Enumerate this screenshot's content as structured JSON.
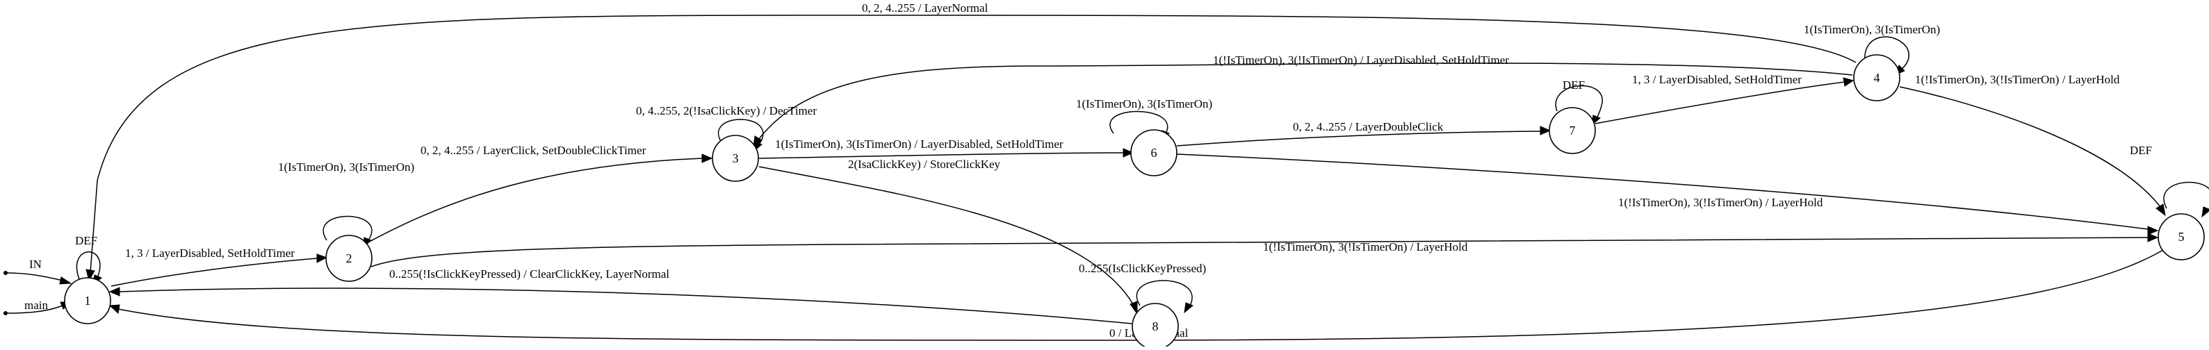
{
  "states": [
    "1",
    "2",
    "3",
    "4",
    "5",
    "6",
    "7",
    "8"
  ],
  "entry_labels": {
    "in": "IN",
    "main": "main"
  },
  "edges": {
    "e4_1": "0, 2, 4..255 / LayerNormal",
    "e4_4": "1(IsTimerOn), 3(IsTimerOn)",
    "e4_3": "1(!IsTimerOn), 3(!IsTimerOn) / LayerDisabled, SetHoldTimer",
    "e7_4": "1, 3 / LayerDisabled, SetHoldTimer",
    "e4_5": "1(!IsTimerOn), 3(!IsTimerOn) / LayerHold",
    "e7_7": "DEF",
    "e3_3": "0, 4..255, 2(!IsaClickKey) / DecTimer",
    "e6_6": "1(IsTimerOn), 3(IsTimerOn)",
    "e5_5": "DEF",
    "e2_3": "0, 2, 4..255 / LayerClick, SetDoubleClickTimer",
    "e6_7": "0, 2, 4..255 / LayerDoubleClick",
    "e2_2": "1(IsTimerOn), 3(IsTimerOn)",
    "e3_6": "1(IsTimerOn), 3(IsTimerOn) / LayerDisabled, SetHoldTimer",
    "e3_8": "2(IsaClickKey) / StoreClickKey",
    "e6_5": "1(!IsTimerOn), 3(!IsTimerOn) / LayerHold",
    "e1_1": "DEF",
    "e1_2": "1, 3 / LayerDisabled, SetHoldTimer",
    "e2_5": "1(!IsTimerOn), 3(!IsTimerOn) / LayerHold",
    "e8_8": "0..255(IsClickKeyPressed)",
    "e8_1": "0..255(!IsClickKeyPressed) / ClearClickKey, LayerNormal",
    "e5_1": "0 / LayerNormal"
  }
}
